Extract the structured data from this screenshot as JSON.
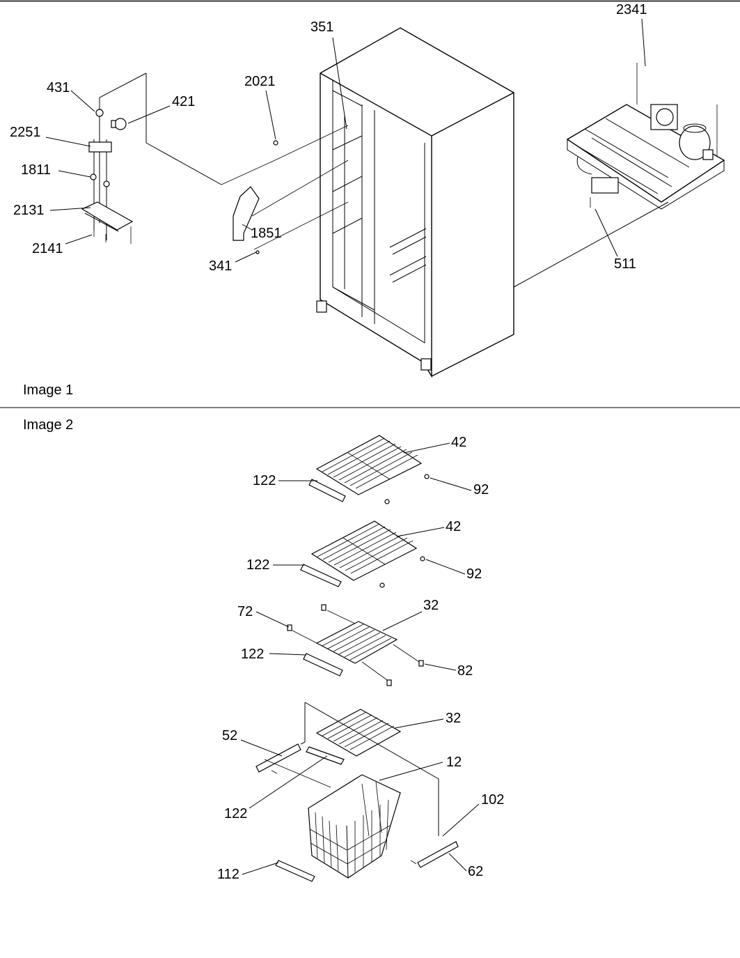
{
  "sections": [
    {
      "caption": "Image 1",
      "callouts": [
        "431",
        "421",
        "2251",
        "1811",
        "2131",
        "2141",
        "2021",
        "351",
        "1851",
        "341",
        "2341",
        "511"
      ]
    },
    {
      "caption": "Image 2",
      "callouts": [
        "42",
        "122",
        "92",
        "42",
        "122",
        "92",
        "72",
        "32",
        "122",
        "82",
        "52",
        "32",
        "12",
        "122",
        "102",
        "62",
        "112"
      ]
    }
  ],
  "parts": [
    {
      "number": "431",
      "component": "small-part-icon"
    },
    {
      "number": "421",
      "component": "light-bulb-icon"
    },
    {
      "number": "2251",
      "component": "bracket-icon"
    },
    {
      "number": "1811",
      "component": "fastener-icon"
    },
    {
      "number": "2131",
      "component": "bracket-icon"
    },
    {
      "number": "2141",
      "component": "screw-icon"
    },
    {
      "number": "2021",
      "component": "fastener-icon"
    },
    {
      "number": "351",
      "component": "fastener-icon"
    },
    {
      "number": "1851",
      "component": "bracket-icon"
    },
    {
      "number": "341",
      "component": "screw-icon"
    },
    {
      "number": "2341",
      "component": "compressor-assembly-icon"
    },
    {
      "number": "511",
      "component": "screw-icon"
    },
    {
      "number": "42",
      "component": "wire-shelf-icon"
    },
    {
      "number": "92",
      "component": "shelf-clip-icon"
    },
    {
      "number": "122",
      "component": "shelf-trim-icon"
    },
    {
      "number": "72",
      "component": "shelf-support-icon"
    },
    {
      "number": "82",
      "component": "shelf-support-icon"
    },
    {
      "number": "32",
      "component": "wire-shelf-icon"
    },
    {
      "number": "52",
      "component": "basket-rail-icon"
    },
    {
      "number": "62",
      "component": "basket-rail-icon"
    },
    {
      "number": "12",
      "component": "wire-basket-icon"
    },
    {
      "number": "102",
      "component": "screw-icon"
    },
    {
      "number": "112",
      "component": "basket-trim-icon"
    }
  ]
}
